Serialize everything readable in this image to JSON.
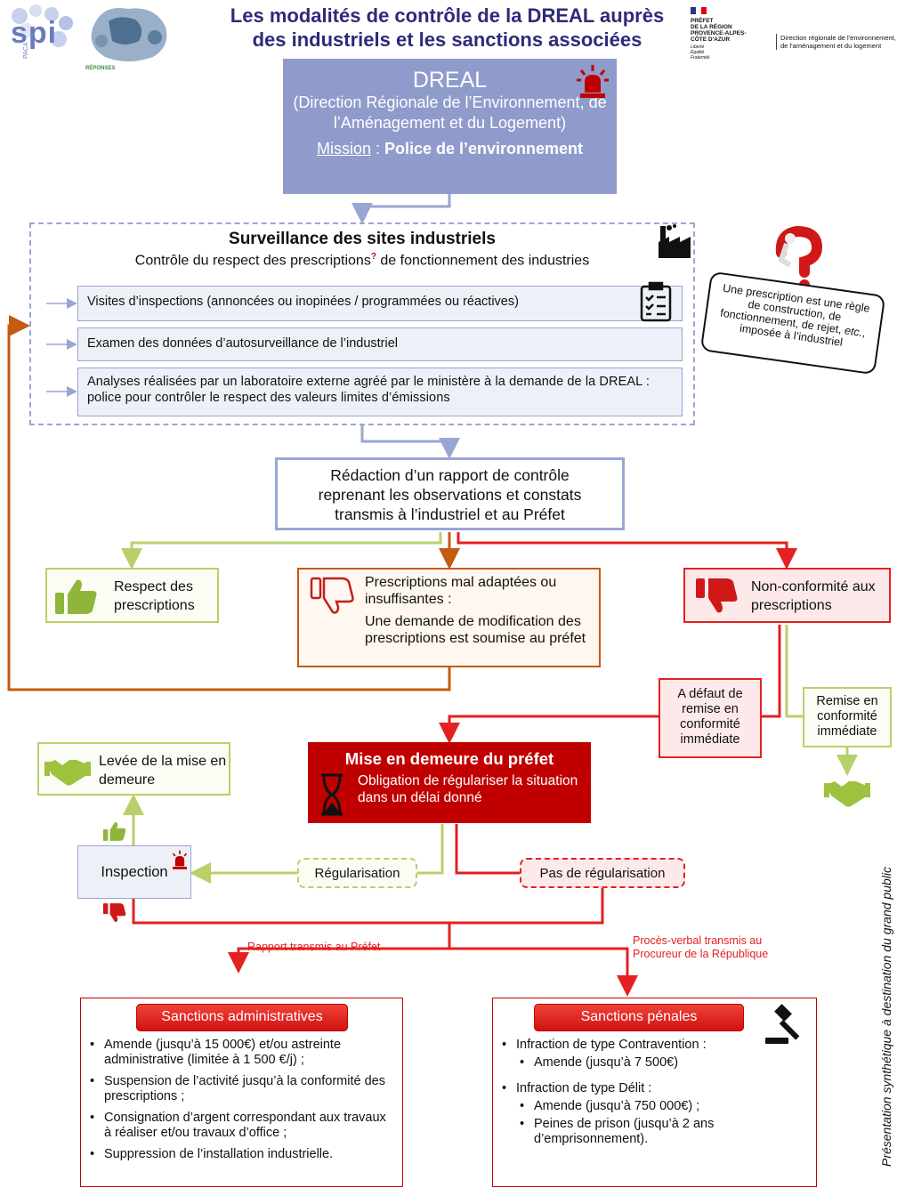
{
  "header": {
    "title_line1": "Les modalités de contrôle de la DREAL auprès",
    "title_line2": "des industriels et les sanctions associées",
    "spi_logo_text": "spi",
    "spi_logo_sub": "PACA",
    "reponses_logo_text": "RÉPONSES",
    "prefet_lines": [
      "PRÉFET",
      "DE LA RÉGION",
      "PROVENCE-ALPES-",
      "CÔTE D'AZUR"
    ],
    "devise": [
      "Liberté",
      "Égalité",
      "Fraternité"
    ],
    "direction_line1": "Direction régionale de l'environnement,",
    "direction_line2": "de l'aménagement et du logement"
  },
  "dreal": {
    "name": "DREAL",
    "full_name": "(Direction Régionale de l’Environnement, de l’Aménagement et du Logement)",
    "mission_label": "Mission",
    "mission_sep": " : ",
    "mission_value": "Police de l’environnement",
    "icon": "siren-icon"
  },
  "surveillance": {
    "title": "Surveillance des sites industriels",
    "subtitle_before": "Contrôle du respect des prescriptions",
    "subtitle_mark": "?",
    "subtitle_after": " de fonctionnement des industries",
    "items": [
      "Visites d’inspections (annoncées ou inopinées / programmées ou réactives)",
      "Examen des données d’autosurveillance de l’industriel",
      "Analyses réalisées par un laboratoire externe agréé par le ministère à la demande de la DREAL : police pour contrôler le respect des valeurs limites d’émissions"
    ]
  },
  "callout": {
    "before": "Une prescription est une règle de construction, de fonctionnement, de rejet, ",
    "etc": "etc.",
    "after": ", imposée à l’industriel"
  },
  "rapport": {
    "text_line1": "Rédaction d’un rapport de contrôle",
    "text_line2": "reprenant les observations et constats",
    "text_line3": "transmis à l’industriel et au Préfet"
  },
  "outcomes": {
    "respect": "Respect des prescriptions",
    "mal_adaptees_title": "Prescriptions mal adaptées ou insuffisantes :",
    "mal_adaptees_text": "Une demande de modification des prescriptions est soumise au préfet",
    "non_conformite": "Non-conformité aux prescriptions"
  },
  "branches": {
    "a_defaut": "A défaut de remise en conformité immédiate",
    "remise": "Remise en conformité immédiate"
  },
  "mise_en_demeure": {
    "title": "Mise en demeure du préfet",
    "text": "Obligation de régulariser la situation dans un délai donné"
  },
  "levee": "Levée de la mise en demeure",
  "inspection": "Inspection",
  "regularisation": "Régularisation",
  "pas_regularisation": "Pas de régularisation",
  "labels": {
    "rapport_prefet": "Rapport transmis  au Préfet",
    "pv_line1": "Procès-verbal transmis  au",
    "pv_line2": "Procureur de la République"
  },
  "sanctions_admin": {
    "title": "Sanctions administratives",
    "items": [
      "Amende (jusqu’à 15 000€) et/ou astreinte administrative (limitée à 1 500 €/j) ;",
      "Suspension de l’activité jusqu’à la conformité  des prescriptions  ;",
      "Consignation d’argent correspondant aux travaux à réaliser et/ou travaux d’office ;",
      "Suppression de l’installation industrielle."
    ]
  },
  "sanctions_penales": {
    "title": "Sanctions pénales",
    "contravention": "Infraction de type Contravention  :",
    "contravention_sub": "Amende (jusqu’à 7 500€)",
    "delit": "Infraction de type Délit :",
    "delit_sub1": "Amende (jusqu’à 750 000€) ;",
    "delit_sub2": "Peines de prison (jusqu’à 2 ans d’emprisonnement)."
  },
  "footer_vertical": "Présentation  synthétique  à destination  du grand  public",
  "colors": {
    "dreal_fill": "#8f9bcb",
    "blue_line": "#9aa6d2",
    "green": "#b8d06a",
    "orange": "#c55a11",
    "red": "#e52020",
    "dark_red": "#c00000",
    "title_blue": "#2e2a7a"
  }
}
